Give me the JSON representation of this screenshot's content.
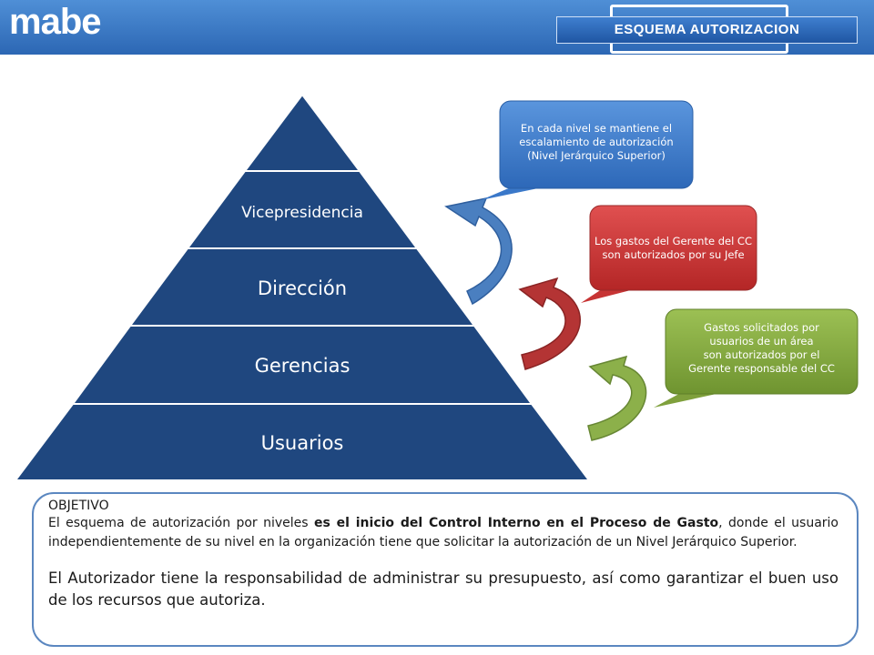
{
  "header": {
    "logo": "mabe",
    "title": "ESQUEMA AUTORIZACION"
  },
  "pyramid": {
    "levels": [
      {
        "label": ""
      },
      {
        "label": "Vicepresidencia"
      },
      {
        "label": "Dirección"
      },
      {
        "label": "Gerencias"
      },
      {
        "label": "Usuarios"
      }
    ]
  },
  "callouts": [
    {
      "color": "#3a78c9",
      "lines": [
        "En cada nivel se mantiene el",
        "escalamiento de autorización",
        "(Nivel  Jerárquico Superior)"
      ]
    },
    {
      "color": "#c73434",
      "lines": [
        "Los gastos del Gerente del CC",
        "son autorizados por su Jefe"
      ]
    },
    {
      "color": "#7fa03c",
      "lines": [
        "Gastos solicitados por",
        "usuarios de un área",
        "son autorizados por el",
        "Gerente responsable del CC"
      ]
    }
  ],
  "objective": {
    "heading": "OBJETIVO",
    "p1_before": "El esquema de autorización por niveles ",
    "p1_bold": "es el inicio del Control Interno en el Proceso de Gasto",
    "p1_after": ", donde el usuario independientemente de su nivel en la organización tiene que solicitar la autorización de un Nivel Jerárquico Superior.",
    "p2": "El Autorizador tiene la responsabilidad de administrar su presupuesto, así como garantizar el buen uso de los recursos que autoriza."
  },
  "colors": {
    "header": "#2f6bb8",
    "pyramid": "#1f477f",
    "arrow_blue": "#4a7fc0",
    "arrow_red": "#b43434",
    "arrow_green": "#8cb04a"
  }
}
